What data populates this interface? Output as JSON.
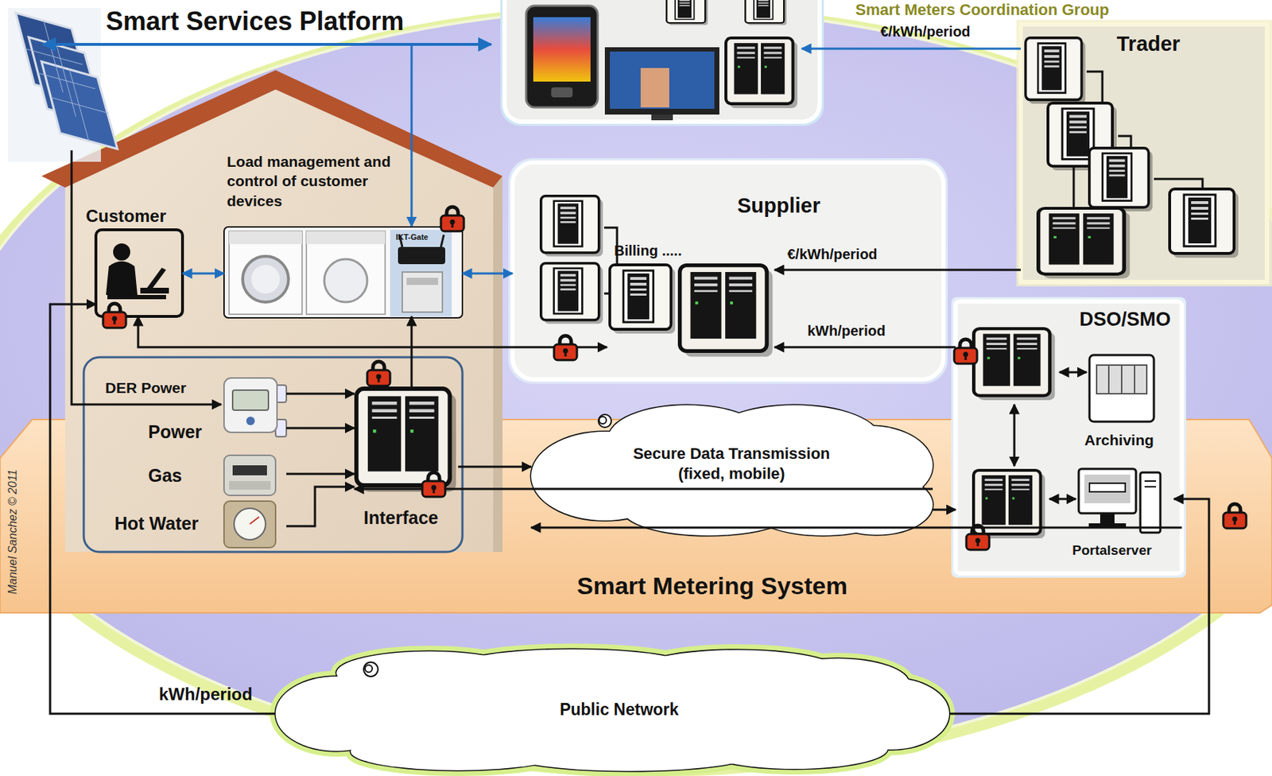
{
  "diagram": {
    "nodes": [
      {
        "text": [
          "Smart Metering System"
        ]
      },
      {
        "text": [
          "Customer"
        ]
      },
      {
        "text": [
          "Load management and control of customer devices"
        ]
      },
      {
        "text": [
          "IKT-Gate"
        ],
        "in": 2
      },
      {
        "text": [
          "DER Power"
        ]
      },
      {
        "text": [
          "Power"
        ]
      },
      {
        "text": [
          "Gas"
        ]
      },
      {
        "text": [
          "Hot Water"
        ]
      },
      {
        "text": [
          "Interface"
        ]
      },
      {
        "text": [
          "Secure Data Transmission (fixed, mobile)"
        ]
      },
      {
        "text": [
          "Supplier"
        ]
      },
      {
        "text": [
          "Billing ....."
        ],
        "in": 10
      },
      {
        "text": [
          "Trader"
        ]
      },
      {
        "text": [
          "DSO/SMO"
        ]
      },
      {
        "text": [
          "Archiving"
        ],
        "in": 13
      },
      {
        "text": [
          "Portalserver"
        ],
        "in": 13
      },
      {
        "text": [
          "Public Network"
        ]
      }
    ],
    "edges": [
      {
        "from": 1,
        "to": 2,
        "arrow": "both"
      },
      {
        "from": 2,
        "to": 10,
        "arrow": "both"
      },
      {
        "from": 1,
        "to": 11,
        "arrow": "both"
      },
      {
        "from": 8,
        "to": 3,
        "arrow": "to"
      },
      {
        "from": 4,
        "to": 8,
        "arrow": "to"
      },
      {
        "from": 5,
        "to": 8,
        "arrow": "to"
      },
      {
        "from": 6,
        "to": 8,
        "arrow": "to"
      },
      {
        "from": 7,
        "to": 8,
        "arrow": "to"
      },
      {
        "from": 8,
        "to": 9,
        "arrow": "to"
      },
      {
        "from": 9,
        "to": 8,
        "arrow": "to"
      },
      {
        "from": 9,
        "to": 13,
        "arrow": "to"
      },
      {
        "from": 13,
        "to": 9,
        "arrow": "to"
      },
      {
        "from": 13,
        "to": 11,
        "label": "kWh/period",
        "arrow": "to"
      },
      {
        "from": 12,
        "to": 11,
        "label": "€/kWh/period",
        "arrow": "to"
      },
      {
        "from": 16,
        "to": 1,
        "label": "kWh/period",
        "arrow": "to"
      },
      {
        "from": 16,
        "to": 15,
        "arrow": "to"
      }
    ],
    "labels": [
      "Smart Services Platform",
      "€/kWh/period",
      "Smart Meters Coordination Group",
      "Manuel Sanchez © 2011"
    ]
  }
}
